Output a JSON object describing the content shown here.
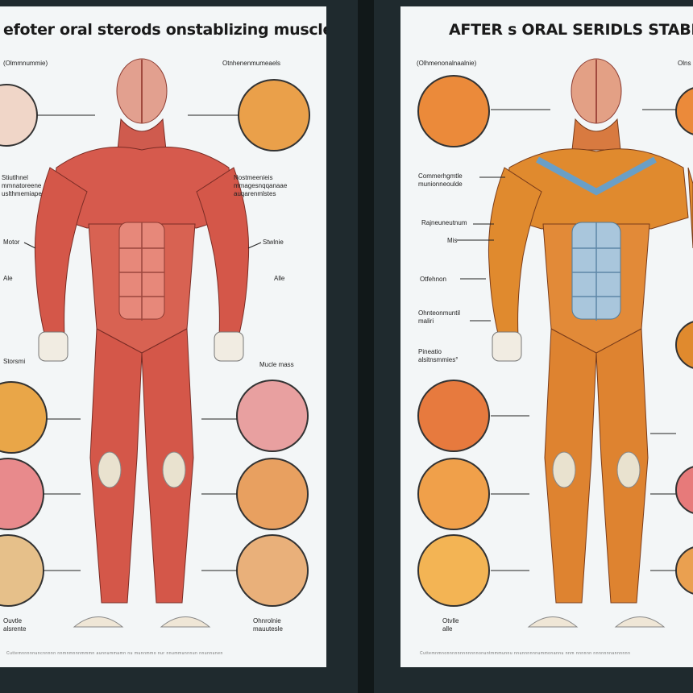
{
  "left_panel": {
    "title": "efoter oral sterods onstablizing muscles",
    "labels": {
      "top_left": "(Olmmnummie)",
      "top_right": "Otnhenenmumeaels",
      "mid_left": "Stiutlhnel\nmmnatoreene\nuslthmemiape",
      "mid_right": "Nostmeenieis\nmmagesnqqanaae\nauqarenmlstes",
      "arm_left": "Motor",
      "arm_right": "Stwlnie",
      "hand_left": "Ale",
      "hand_right": "Alle",
      "low_left": "Storsmi",
      "low_right": "Mucle mass",
      "bottom_left": "Ouvtle\nalsrente",
      "bottom_right": "Ohnrolnie\nmauutesle"
    },
    "footer": "Cuttemnnnnnuncnnnnn nnmnmnnnmmmn aunnummamn nu   munnmmo nur   nnummunnnun nnunnunen"
  },
  "right_panel": {
    "title": "AFTER s ORAL SERIDLS STABLLIZING MUSCLES",
    "labels": {
      "top_left": "(Olhmenonalnaalnie)",
      "top_right": "Olns",
      "mid_left_1": "Commerhgmtle\nmunionneoulde",
      "mid_left_2": "Rajneuneutnum",
      "mid_left_3": "Mis",
      "mid_left_4": "Otfehnon",
      "mid_left_5": "Ohnteonmuntil\nmaliri",
      "low_left": "Pineatio\nalsitnsmmies°",
      "bottom_left": "Otvlle\nalle"
    },
    "footer": "Cuttemnmnonnnnnnnnnnnnonuntmmmunnu nnunnnnnnummonannu  nnm nnnnnn nnnnnnnannnnnn"
  },
  "colors": {
    "panel_bg": "#f3f6f7",
    "frame_dark": "#1f2a2e",
    "muscle_red": "#d9574d",
    "muscle_orange": "#e08a2e",
    "sinew_blue": "#6a9fc6",
    "tendon": "#e9e2cf"
  }
}
